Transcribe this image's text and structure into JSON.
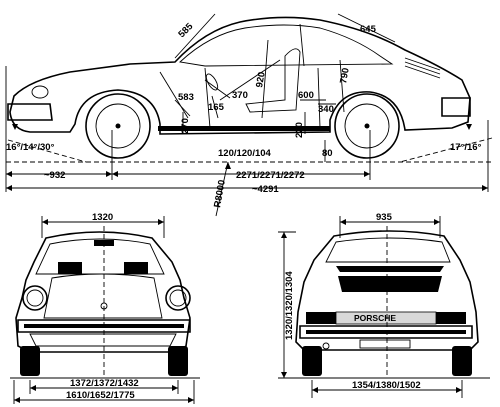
{
  "dims": {
    "d585": "585",
    "d645": "645",
    "d370": "370",
    "d920": "920",
    "d790": "790",
    "d583": "583",
    "d165": "165",
    "d600": "600",
    "d340": "340",
    "d270": "270",
    "d220": "220",
    "d80": "80",
    "d120": "120/120/104",
    "angle_front": "16°/14°/30°",
    "angle_rear": "17°/16°",
    "d932": "~932",
    "wheelbase": "2271/2271/2272",
    "overall_length": "~4291",
    "turning_radius": "R8000",
    "roof_width": "1320",
    "rear_roof_width": "935",
    "height": "1320/1320/1304",
    "front_track": "1372/1372/1432",
    "overall_width": "1610/1652/1775",
    "rear_track": "1354/1380/1502"
  },
  "badge": "PORSCHE"
}
